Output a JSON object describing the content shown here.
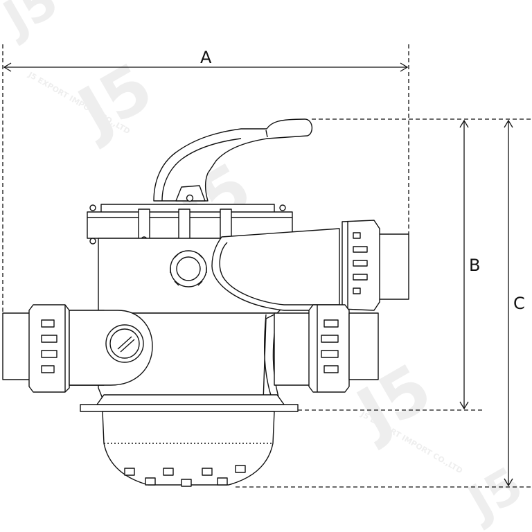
{
  "dimensions": {
    "a": "A",
    "b": "B",
    "c": "C"
  },
  "watermark": {
    "logo": "J5",
    "company": "J5 EXPORT IMPORT CO.,LTD"
  },
  "colors": {
    "line": "#111111",
    "watermark": "#000000"
  }
}
